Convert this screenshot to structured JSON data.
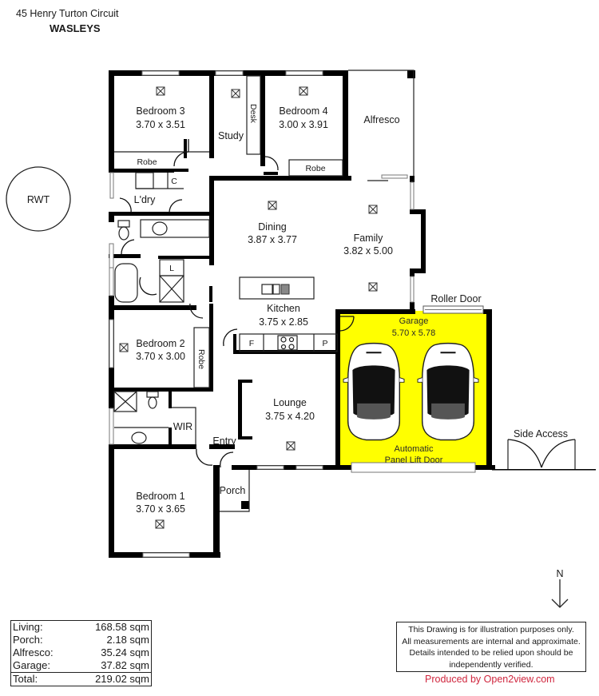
{
  "header": {
    "address": "45 Henry Turton Circuit",
    "suburb": "WASLEYS"
  },
  "rooms": {
    "bedroom3": {
      "name": "Bedroom 3",
      "dims": "3.70 x 3.51"
    },
    "study": {
      "name": "Study"
    },
    "desk": {
      "name": "Desk"
    },
    "bedroom4": {
      "name": "Bedroom 4",
      "dims": "3.00 x 3.91"
    },
    "alfresco": {
      "name": "Alfresco"
    },
    "robe3": {
      "name": "Robe"
    },
    "robe4": {
      "name": "Robe"
    },
    "laundry": {
      "name": "L'dry",
      "cupboard": "C"
    },
    "linen": {
      "name": "L"
    },
    "dining": {
      "name": "Dining",
      "dims": "3.87 x 3.77"
    },
    "family": {
      "name": "Family",
      "dims": "3.82 x 5.00"
    },
    "kitchen": {
      "name": "Kitchen",
      "dims": "3.75 x 2.85",
      "fridge": "F",
      "pantry": "P"
    },
    "bedroom2": {
      "name": "Bedroom 2",
      "dims": "3.70 x 3.00"
    },
    "robe2": {
      "name": "Robe"
    },
    "wir": {
      "name": "WIR"
    },
    "entry": {
      "name": "Entry"
    },
    "lounge": {
      "name": "Lounge",
      "dims": "3.75 x 4.20"
    },
    "garage": {
      "name": "Garage",
      "dims": "5.70 x 5.78",
      "door_line1": "Automatic",
      "door_line2": "Panel Lift Door",
      "fill": "#ffff00"
    },
    "roller_door": {
      "name": "Roller Door"
    },
    "bedroom1": {
      "name": "Bedroom 1",
      "dims": "3.70 x 3.65"
    },
    "porch": {
      "name": "Porch"
    },
    "rwt": {
      "name": "RWT"
    },
    "side_access": {
      "name": "Side Access"
    }
  },
  "compass": {
    "label": "N"
  },
  "areas": {
    "rows": [
      {
        "label": "Living:",
        "value": "168.58 sqm"
      },
      {
        "label": "Porch:",
        "value": "2.18 sqm"
      },
      {
        "label": "Alfresco:",
        "value": "35.24 sqm"
      },
      {
        "label": "Garage:",
        "value": "37.82 sqm"
      }
    ],
    "total": {
      "label": "Total:",
      "value": "219.02 sqm"
    }
  },
  "disclaimer": {
    "line1": "This Drawing is for illustration purposes only.",
    "line2": "All measurements are internal and  approximate.",
    "line3": "Details intended to be relied upon should be",
    "line4": "independently verified."
  },
  "credit": {
    "text": "Produced by Open2view.com",
    "color": "#d0263e"
  }
}
